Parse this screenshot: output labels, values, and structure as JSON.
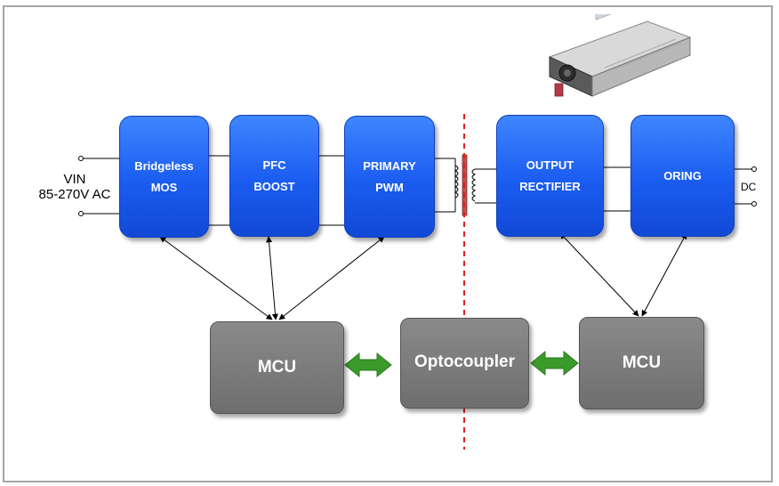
{
  "input": {
    "line1": "VIN",
    "line2": "85-270V AC"
  },
  "output": {
    "label": "DC"
  },
  "blocks": {
    "bridgeless": {
      "line1": "Bridgeless",
      "line2": "MOS"
    },
    "pfc": {
      "line1": "PFC",
      "line2": "BOOST"
    },
    "primary": {
      "line1": "PRIMARY",
      "line2": "PWM"
    },
    "rectifier": {
      "line1": "OUTPUT",
      "line2": "RECTIFIER"
    },
    "oring": {
      "line1": "ORING"
    }
  },
  "controllers": {
    "mcu_left": "MCU",
    "optocoupler": "Optocoupler",
    "mcu_right": "MCU"
  },
  "colors": {
    "block_blue": "#1a5cf0",
    "controller_gray": "#767676",
    "arrow_green": "#3a9a2a",
    "isolation_line": "#e02020"
  },
  "icons": {
    "product": "power-supply-unit-icon"
  }
}
